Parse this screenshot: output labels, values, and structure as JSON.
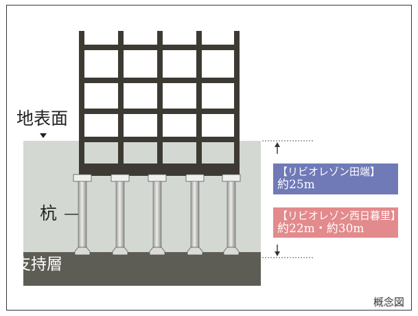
{
  "labels": {
    "ground_surface": "地表面",
    "pile": "杭",
    "bearing_layer": "支持層",
    "conceptual_note": "概念図"
  },
  "info_boxes": [
    {
      "title": "【リビオレゾン田端】",
      "value": "約25m",
      "color": "#6f7ab7"
    },
    {
      "title": "【リビオレゾン西日暮里】",
      "value": "約22m・約30m",
      "color": "#e38a8c"
    }
  ],
  "colors": {
    "soil": "#d4d8d3",
    "bearing_layer": "#5e5d55",
    "structure": "#3d3a33",
    "pile": "#d2d3d0"
  }
}
